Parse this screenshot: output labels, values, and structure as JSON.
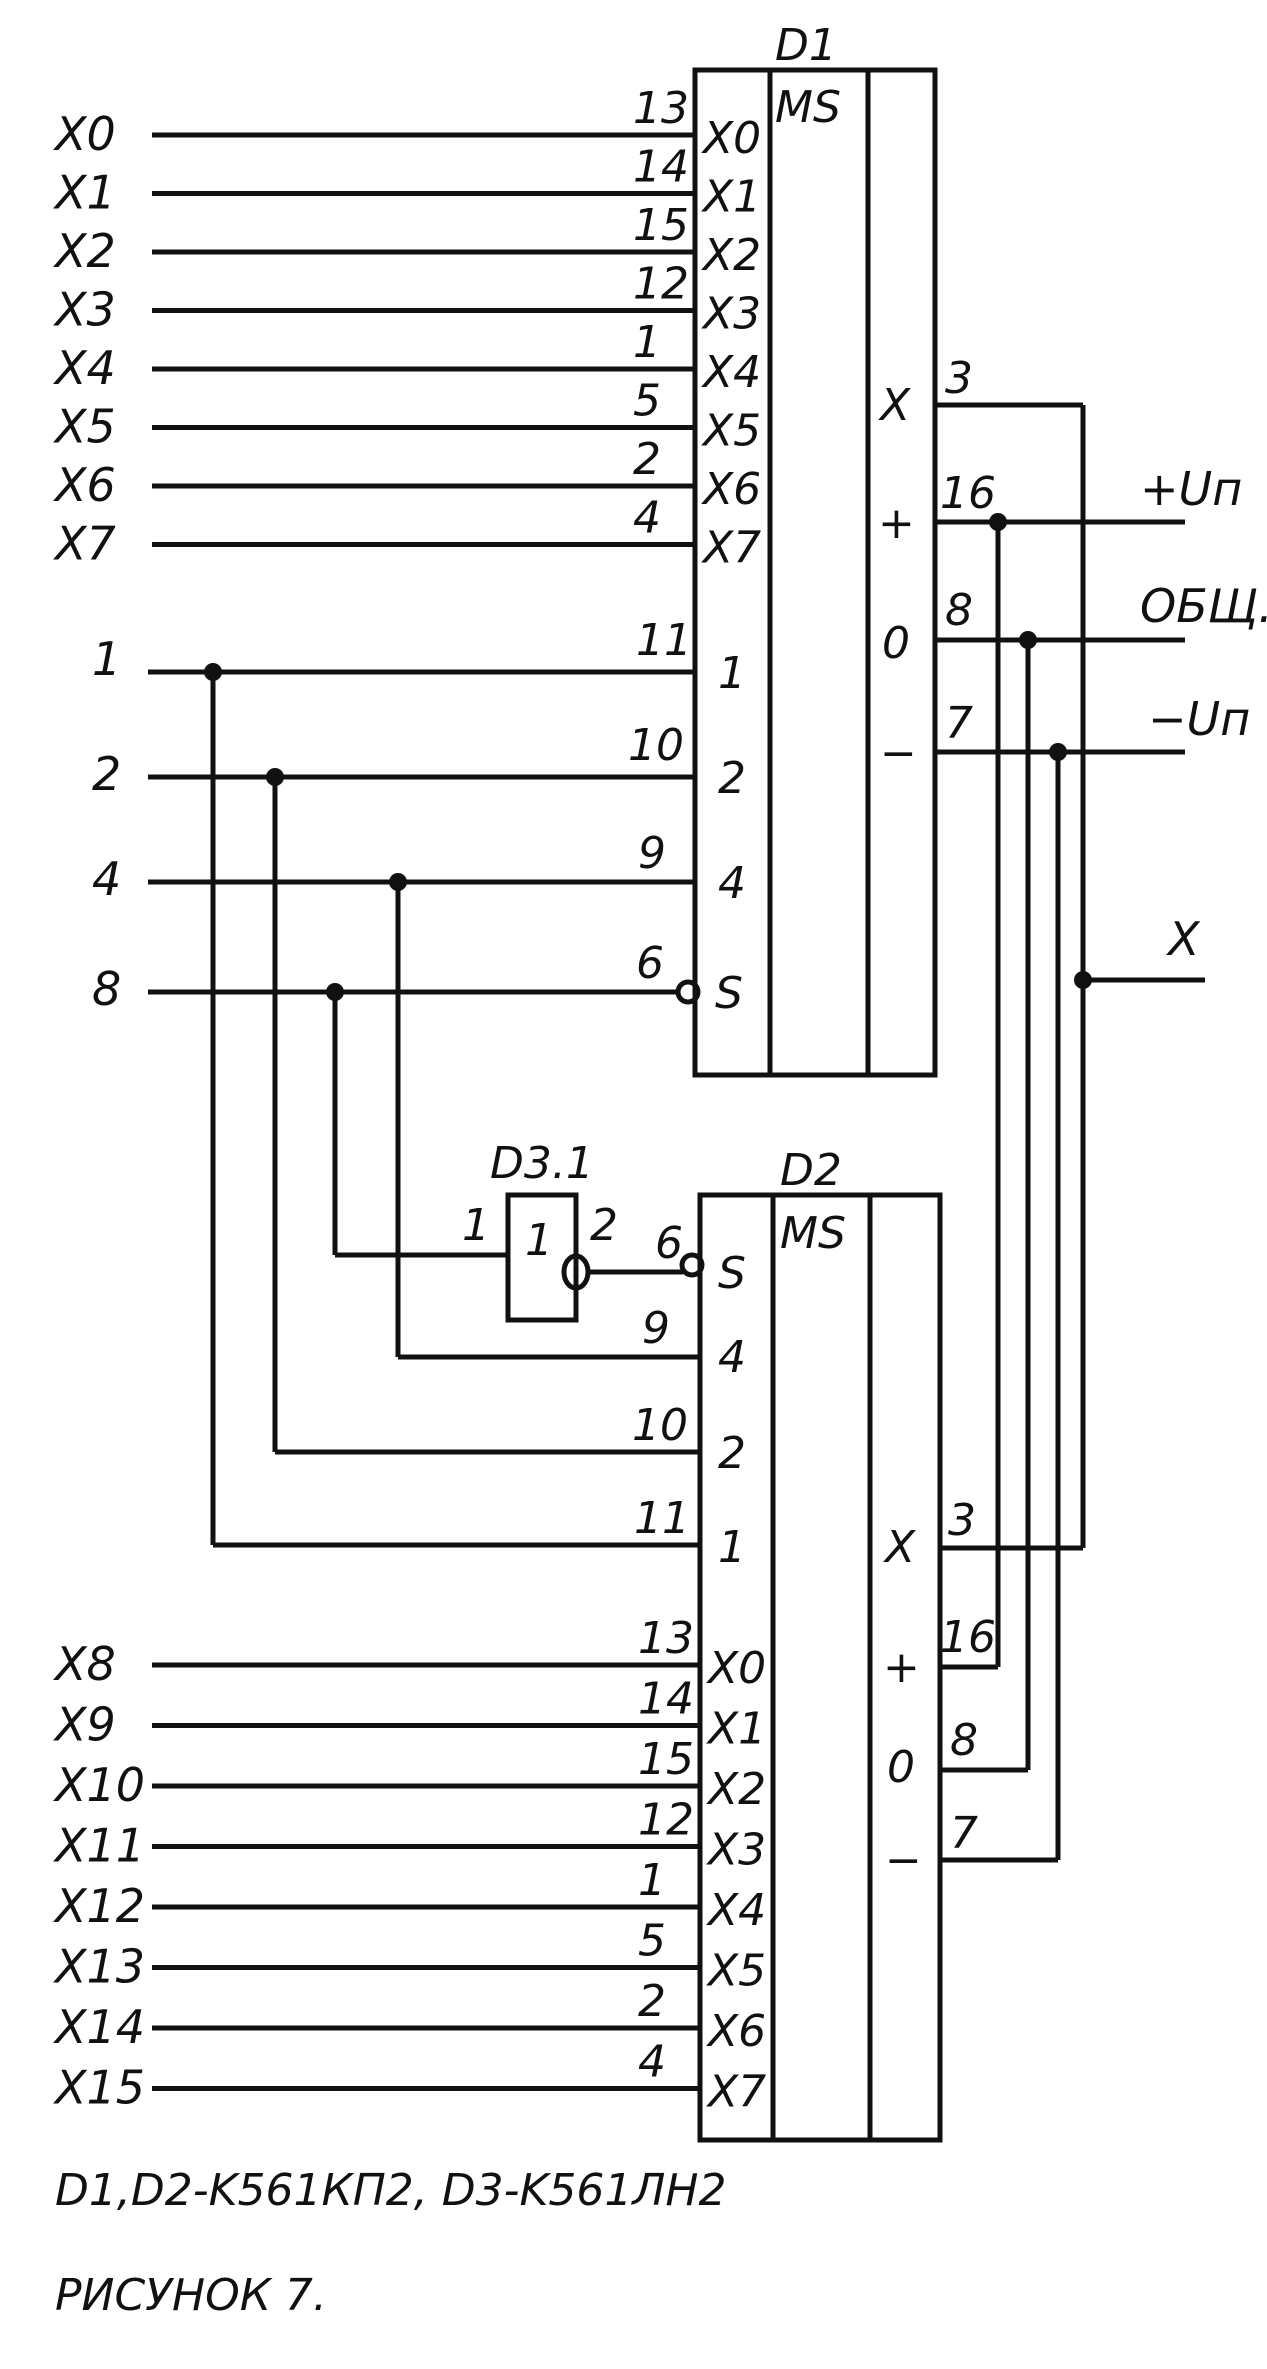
{
  "chips": {
    "d1": {
      "name": "D1",
      "type": "MS"
    },
    "d2": {
      "name": "D2",
      "type": "MS"
    },
    "d3": {
      "name": "D3.1",
      "symbol": "1",
      "in_pin": "1",
      "out_pin": "2"
    }
  },
  "d1_data": {
    "signals": [
      "X0",
      "X1",
      "X2",
      "X3",
      "X4",
      "X5",
      "X6",
      "X7"
    ],
    "pins": [
      "13",
      "14",
      "15",
      "12",
      "1",
      "5",
      "2",
      "4"
    ],
    "labels": [
      "X0",
      "X1",
      "X2",
      "X3",
      "X4",
      "X5",
      "X6",
      "X7"
    ]
  },
  "d2_data": {
    "signals": [
      "X8",
      "X9",
      "X10",
      "X11",
      "X12",
      "X13",
      "X14",
      "X15"
    ],
    "pins": [
      "13",
      "14",
      "15",
      "12",
      "1",
      "5",
      "2",
      "4"
    ],
    "labels": [
      "X0",
      "X1",
      "X2",
      "X3",
      "X4",
      "X5",
      "X6",
      "X7"
    ]
  },
  "address": {
    "signals": [
      "1",
      "2",
      "4",
      "8"
    ],
    "d1_pins": [
      "11",
      "10",
      "9",
      "6"
    ],
    "d1_labels": [
      "1",
      "2",
      "4",
      "S"
    ],
    "d2_pins": [
      "6",
      "9",
      "10",
      "11"
    ],
    "d2_labels": [
      "S",
      "4",
      "2",
      "1"
    ]
  },
  "outputs": {
    "d1_pins": [
      "3",
      "16",
      "8",
      "7"
    ],
    "d2_pins": [
      "3",
      "16",
      "8",
      "7"
    ],
    "labels": [
      "X",
      "+",
      "0",
      "−"
    ],
    "right_labels": [
      "+Uп",
      "ОБЩ.",
      "−Uп",
      "X"
    ]
  },
  "footer": {
    "line1": "D1,D2-K561КП2, D3-K561ЛН2",
    "line2": "РИСУНОК 7."
  }
}
